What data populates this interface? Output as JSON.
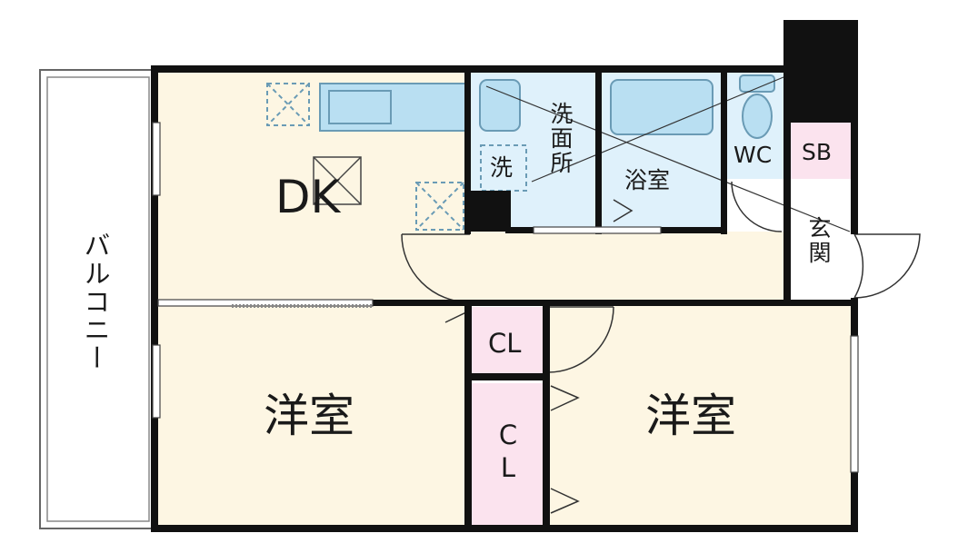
{
  "colors": {
    "wall": "#111111",
    "floor_main": "#fdf6e3",
    "floor_wet": "#dff1fb",
    "storage": "#fbe3ee",
    "balcony": "#ffffff",
    "fixture": "#b9dff2",
    "fixture_stroke": "#6a9bb5"
  },
  "rooms": {
    "dk": "DK",
    "western_left": "洋室",
    "western_right": "洋室",
    "closet_upper": "CL",
    "closet_lower": "CL",
    "bathroom": "浴室",
    "wc": "WC",
    "shoe_box": "SB",
    "entrance": "玄関",
    "washroom": "洗面所",
    "washer": "洗",
    "balcony": "バルコニー"
  }
}
